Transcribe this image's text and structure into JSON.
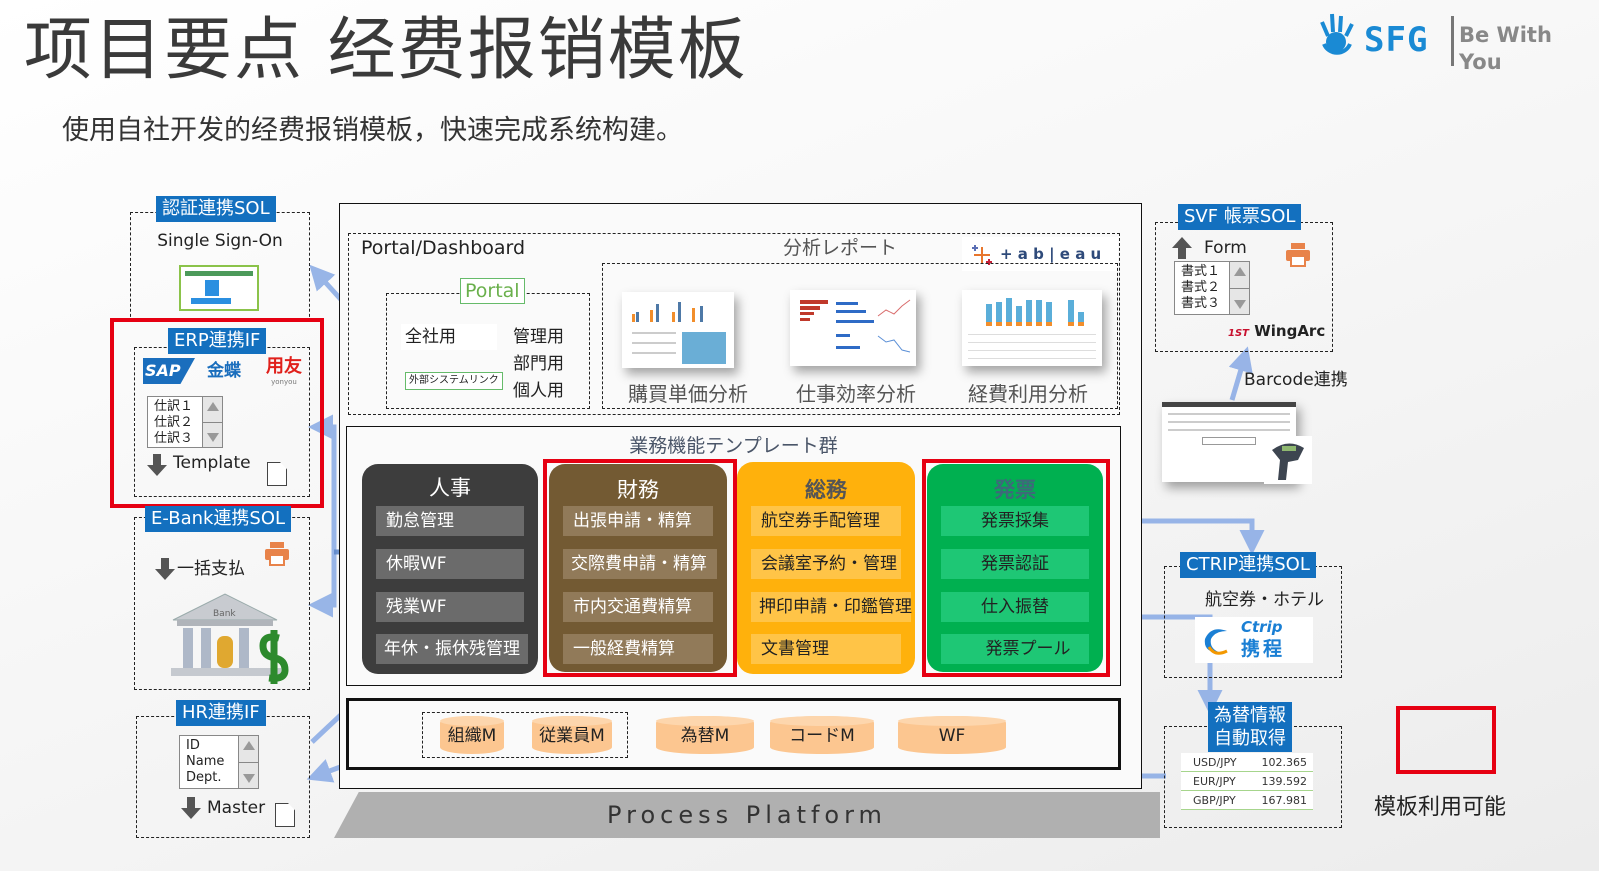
{
  "header": {
    "title": "项目要点 经费报销模板",
    "subtitle": "使用自社开发的经费报销模板，快速完成系统构建。",
    "logo": {
      "brand": "SFG",
      "tagline_line1": "Be With",
      "tagline_line2": "You"
    }
  },
  "left": {
    "auth": {
      "label": "認証連携SOL",
      "text": "Single Sign-On"
    },
    "erp": {
      "label": "ERP連携IF",
      "vendors": [
        "SAP",
        "金蝶",
        "用友",
        "yonyou"
      ],
      "list": [
        "仕訳１",
        "仕訳２",
        "仕訳３"
      ],
      "action": "Template"
    },
    "ebank": {
      "label": "E-Bank連携SOL",
      "action": "一括支払",
      "bank_sign": "Bank"
    },
    "hr": {
      "label": "HR連携IF",
      "list": [
        "ID",
        "Name",
        "Dept."
      ],
      "action": "Master"
    }
  },
  "center": {
    "portal_dashboard": {
      "title": "Portal/Dashboard",
      "portal_label": "Portal",
      "company_use": "全社用",
      "external_link": "外部システムリンク",
      "roles": [
        "管理用",
        "部門用",
        "個人用"
      ]
    },
    "analysis": {
      "title": "分析レポート",
      "tool": "+ a b | e a u",
      "reports": [
        "購買単価分析",
        "仕事効率分析",
        "経費利用分析"
      ]
    },
    "templates": {
      "title": "業務機能テンプレート群",
      "groups": [
        {
          "name": "人事",
          "items": [
            "勤怠管理",
            "休暇WF",
            "残業WF",
            "年休・振休残管理"
          ],
          "color": "#3d3d3d",
          "item_color": "#6b6b6b",
          "highlighted": false
        },
        {
          "name": "財務",
          "items": [
            "出張申請・精算",
            "交際費申請・精算",
            "市内交通費精算",
            "一般経費精算"
          ],
          "color": "#735a33",
          "item_color": "#917a59",
          "highlighted": true
        },
        {
          "name": "総務",
          "items": [
            "航空券手配管理",
            "会議室予約・管理",
            "押印申請・印鑑管理",
            "文書管理"
          ],
          "color": "#ffb10c",
          "item_color": "#ffc447",
          "highlighted": false
        },
        {
          "name": "発票",
          "items": [
            "発票採集",
            "発票認証",
            "仕入振替",
            "発票プール"
          ],
          "color": "#00b050",
          "item_color": "#1ec775",
          "highlighted": true
        }
      ]
    },
    "masters": {
      "grouped": [
        "組織M",
        "従業員M"
      ],
      "others": [
        "為替M",
        "コードM",
        "WF"
      ]
    },
    "platform": "Process Platform"
  },
  "right": {
    "svf": {
      "label": "SVF 帳票SOL",
      "action": "Form",
      "list": [
        "書式１",
        "書式２",
        "書式３"
      ],
      "vendor": "WingArc",
      "vendor_prefix": "1ST"
    },
    "barcode": "Barcode連携",
    "ctrip": {
      "label": "CTRIP連携SOL",
      "text": "航空券・ホテル",
      "logo_en": "Ctrip",
      "logo_cn": "携程"
    },
    "fx": {
      "label_line1": "為替情報",
      "label_line2": "自動取得",
      "rates": [
        {
          "pair": "USD/JPY",
          "rate": "102.365"
        },
        {
          "pair": "EUR/JPY",
          "rate": "139.592"
        },
        {
          "pair": "GBP/JPY",
          "rate": "167.981"
        }
      ]
    }
  },
  "legend": {
    "text": "模板利用可能",
    "color": "#e60012"
  }
}
